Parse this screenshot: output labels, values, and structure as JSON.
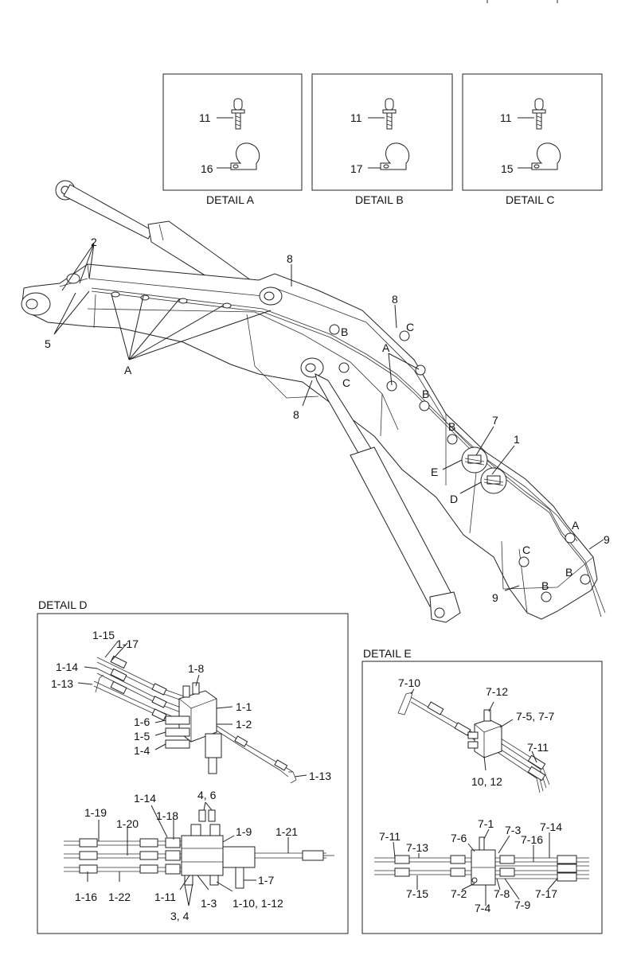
{
  "detail_boxes": {
    "a": {
      "caption": "DETAIL A",
      "bolt": "11",
      "clamp": "16"
    },
    "b": {
      "caption": "DETAIL B",
      "bolt": "11",
      "clamp": "17"
    },
    "c": {
      "caption": "DETAIL C",
      "bolt": "11",
      "clamp": "15"
    }
  },
  "boom_labels": {
    "l2": "2",
    "l5": "5",
    "lA1": "A",
    "l8a": "8",
    "l8b": "8",
    "l8c": "8",
    "lB1": "B",
    "lC1": "C",
    "lA2": "A",
    "lC2": "C",
    "lB2": "B",
    "lB3": "B",
    "l7": "7",
    "l1": "1",
    "lE": "E",
    "lD": "D",
    "lA3": "A",
    "l9a": "9",
    "lC3": "C",
    "lB4": "B",
    "l9b": "9",
    "lB5": "B"
  },
  "detail_d": {
    "caption": "DETAIL D",
    "labels": {
      "d115": "1-15",
      "d117": "1-17",
      "d114": "1-14",
      "d113": "1-13",
      "d18": "1-8",
      "d11": "1-1",
      "d12": "1-2",
      "d16": "1-6",
      "d15": "1-5",
      "d14": "1-4",
      "d113b": "1-13",
      "d46": "4, 6",
      "d114b": "1-14",
      "d119": "1-19",
      "d120": "1-20",
      "d118": "1-18",
      "d19": "1-9",
      "d121": "1-21",
      "d17": "1-7",
      "d116": "1-16",
      "d122": "1-22",
      "d111": "1-11",
      "d13": "1-3",
      "d110": "1-10, 1-12",
      "d34": "3, 4"
    }
  },
  "detail_e": {
    "caption": "DETAIL E",
    "labels": {
      "e710": "7-10",
      "e712": "7-12",
      "e757": "7-5, 7-7",
      "e711": "7-11",
      "e1012": "10, 12",
      "e71": "7-1",
      "e711b": "7-11",
      "e713": "7-13",
      "e76": "7-6",
      "e73": "7-3",
      "e714": "7-14",
      "e716": "7-16",
      "e715": "7-15",
      "e72": "7-2",
      "e78": "7-8",
      "e79": "7-9",
      "e717": "7-17",
      "e74": "7-4"
    }
  }
}
